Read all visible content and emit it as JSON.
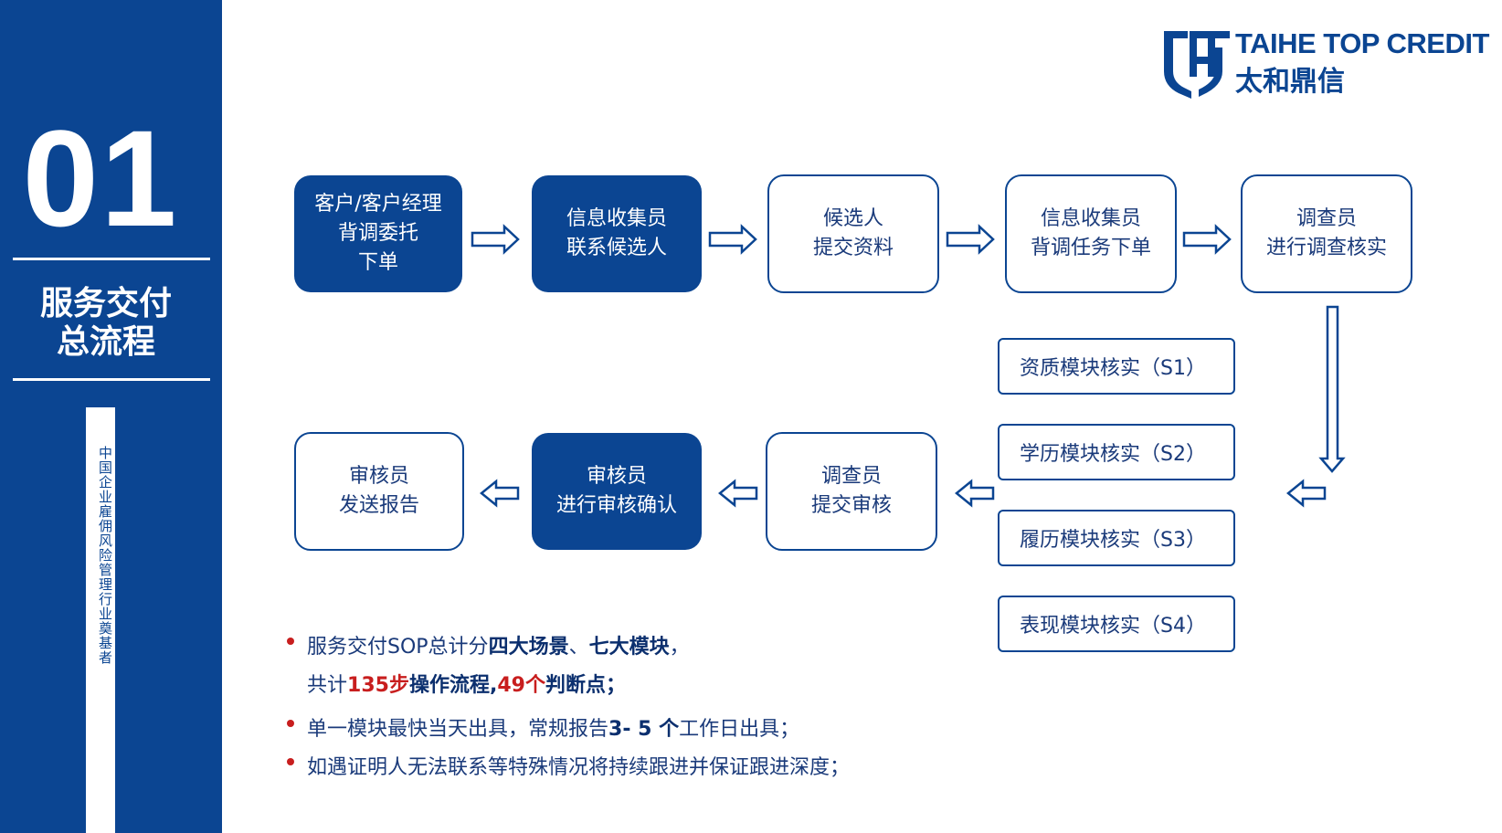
{
  "sidebar": {
    "number": "01",
    "title_line1": "服务交付",
    "title_line2": "总流程",
    "vertical_text": "中国企业雇佣风险管理行业奠基者"
  },
  "logo": {
    "name_en": "TAIHE TOP CREDIT",
    "name_cn": "太和鼎信"
  },
  "flow_top": [
    {
      "lines": [
        "客户/客户经理",
        "背调委托",
        "下单"
      ]
    },
    {
      "lines": [
        "信息收集员",
        "联系候选人"
      ]
    },
    {
      "lines": [
        "候选人",
        "提交资料"
      ]
    },
    {
      "lines": [
        "信息收集员",
        "背调任务下单"
      ]
    },
    {
      "lines": [
        "调查员",
        "进行调查核实"
      ]
    }
  ],
  "modules": [
    "资质模块核实（S1）",
    "学历模块核实（S2）",
    "履历模块核实（S3）",
    "表现模块核实（S4）"
  ],
  "flow_bottom": [
    {
      "lines": [
        "审核员",
        "发送报告"
      ]
    },
    {
      "lines": [
        "审核员",
        "进行审核确认"
      ]
    },
    {
      "lines": [
        "调查员",
        "提交审核"
      ]
    }
  ],
  "bullets": {
    "b1_t1": "服务交付SOP总计分",
    "b1_t2": "四大场景",
    "b1_t3": "、",
    "b1_t4": "七大模块",
    "b1_t5": "，",
    "b1_t6": "共计",
    "b1_t7": "135步",
    "b1_t8": "操作流程",
    "b1_t9": ",",
    "b1_t10": "49个",
    "b1_t11": "判断点；",
    "b2_t1": "单一模块最快当天出具，常规报告",
    "b2_t2": "3- 5 个",
    "b2_t3": "工作日出具；",
    "b3_t1": "如遇证明人无法联系等特殊情况将持续跟进并保证跟进深度；"
  },
  "colors": {
    "brand_blue": "#0b4592",
    "highlight_red": "#c81e1e"
  }
}
